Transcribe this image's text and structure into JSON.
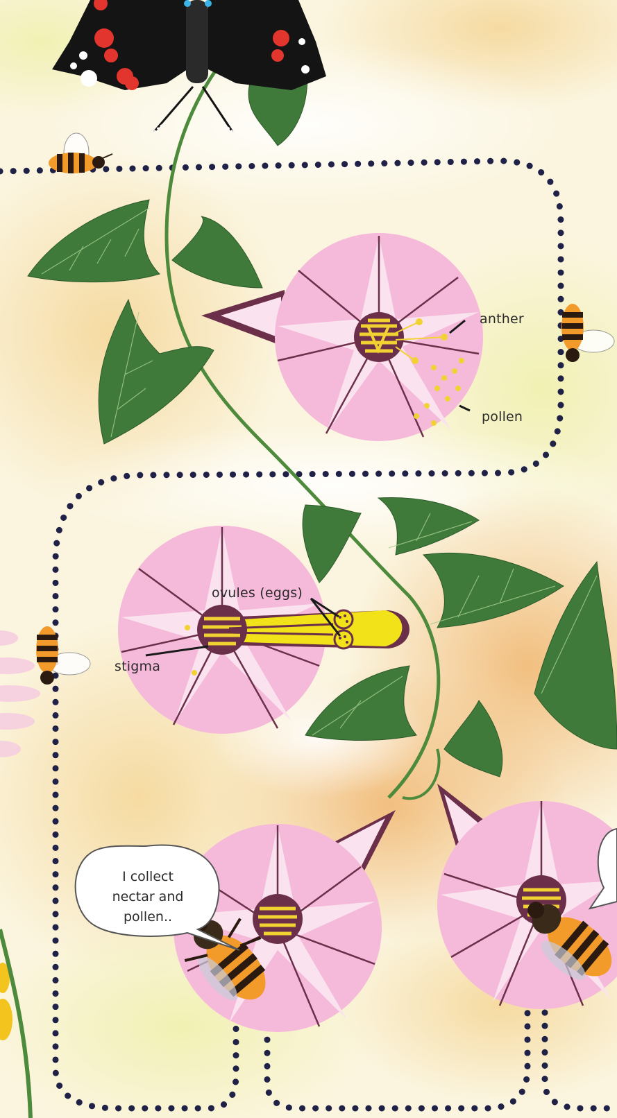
{
  "labels": {
    "anther": "anther",
    "pollen": "pollen",
    "ovules": "ovules (eggs)",
    "stigma": "stigma"
  },
  "speech": {
    "line1": "I collect",
    "line2": "nectar and",
    "line3": "pollen.."
  },
  "colors": {
    "petal": "#f5b9da",
    "petal_light": "#fbe2ef",
    "center": "#6b2f4a",
    "stripe": "#f2d232",
    "leaf": "#3f7a3a",
    "vine": "#4e8a3c",
    "dots": "#1f2147"
  }
}
